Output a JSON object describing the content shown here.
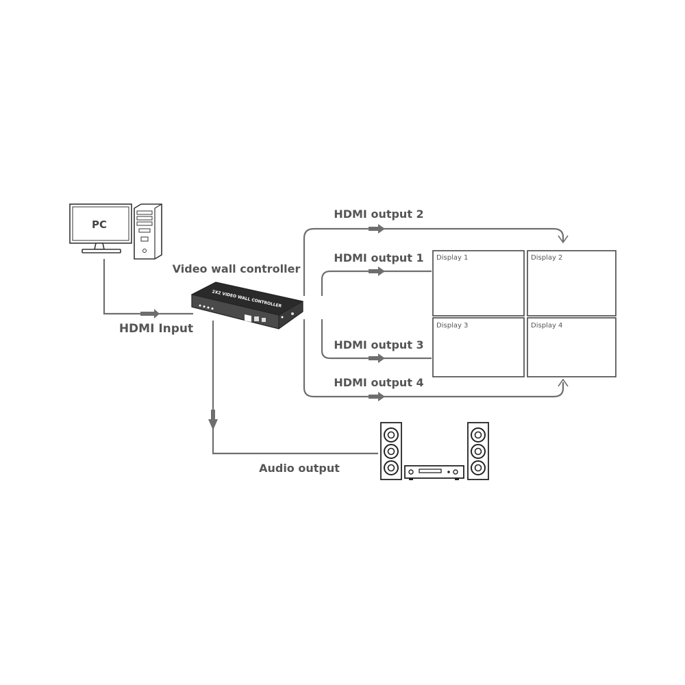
{
  "labels": {
    "pc": "PC",
    "controller": "Video wall controller",
    "controller_device_text": "2X2 VIDEO WALL CONTROLLER",
    "hdmi_input": "HDMI Input",
    "hdmi_output_1": "HDMI output 1",
    "hdmi_output_2": "HDMI output 2",
    "hdmi_output_3": "HDMI output 3",
    "hdmi_output_4": "HDMI output 4",
    "audio_output": "Audio output"
  },
  "displays": [
    {
      "label": "Display 1"
    },
    {
      "label": "Display 2"
    },
    {
      "label": "Display 3"
    },
    {
      "label": "Display 4"
    }
  ],
  "colors": {
    "wire": "#6e6e6e",
    "text": "#555555",
    "outline": "#333333"
  }
}
